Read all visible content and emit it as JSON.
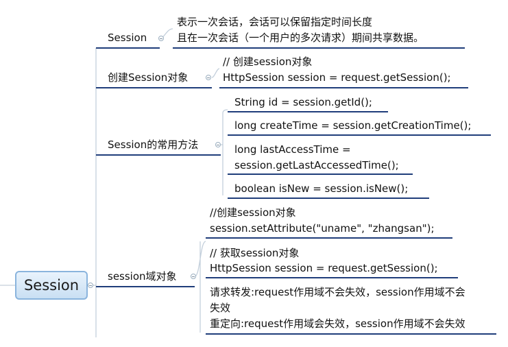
{
  "root": {
    "label": "Session"
  },
  "branches": [
    {
      "label": "Session",
      "items": [
        {
          "lines": [
            "表示一次会话，会话可以保留指定时间长度",
            "且在一次会话（一个用户的多次请求）期间共享数据。"
          ]
        }
      ]
    },
    {
      "label": "创建Session对象",
      "items": [
        {
          "lines": [
            "// 创建session对象",
            "HttpSession session = request.getSession();"
          ]
        }
      ]
    },
    {
      "label": "Session的常用方法",
      "items": [
        {
          "lines": [
            "String id = session.getId();"
          ]
        },
        {
          "lines": [
            "long createTime = session.getCreationTime();"
          ]
        },
        {
          "lines": [
            "long lastAccessTime  =",
            "session.getLastAccessedTime();"
          ]
        },
        {
          "lines": [
            "boolean isNew = session.isNew();"
          ]
        }
      ]
    },
    {
      "label": "session域对象",
      "items": [
        {
          "lines": [
            "//创建session对象",
            "session.setAttribute(\"uname\", \"zhangsan\");"
          ]
        },
        {
          "lines": [
            "// 获取session对象",
            "HttpSession session = request.getSession();"
          ]
        },
        {
          "lines": [
            "请求转发:request作用域不会失效，session作用域不会",
            "失效",
            "重定向:request作用域会失效，session作用域不会失效"
          ]
        }
      ]
    }
  ],
  "colors": {
    "underline": "#1f3d7a",
    "connector": "#c3cfdb",
    "root_border": "#8ab4dd"
  }
}
